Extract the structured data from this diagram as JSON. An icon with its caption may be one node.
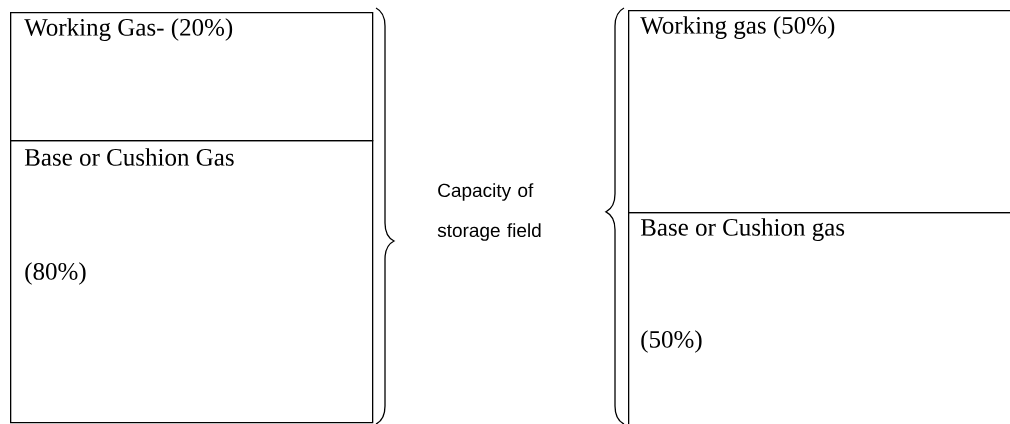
{
  "diagram": {
    "nodes": [
      {
        "text": [
          "Working Gas- (20%)"
        ]
      },
      {
        "text": [
          "Base or Cushion Gas",
          "(80%)"
        ]
      },
      {
        "text": [
          "Working gas (50%)"
        ]
      },
      {
        "text": [
          "Base or Cushion gas",
          "(50%)"
        ]
      }
    ],
    "labels": [
      "Capacity of storage field"
    ]
  }
}
